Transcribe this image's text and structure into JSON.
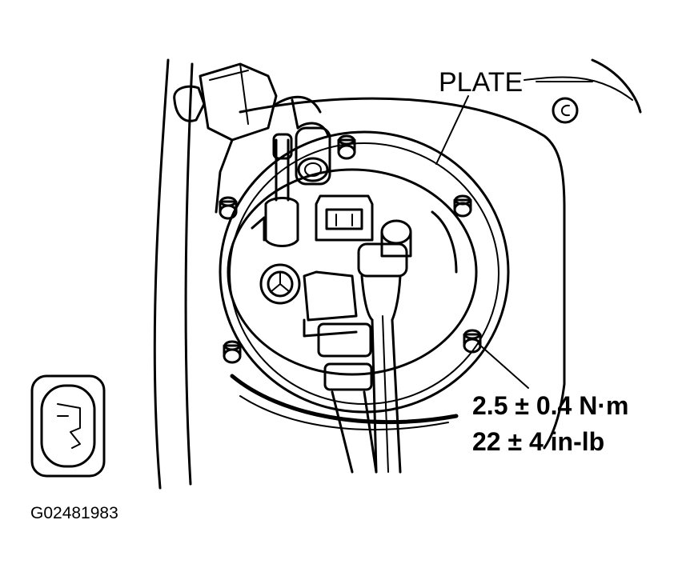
{
  "diagram": {
    "plate_label": "PLATE",
    "torque_nm": "2.5 ± 0.4 N·m",
    "torque_inlb": "22 ± 4 in-lb",
    "figure_id": "G02481983"
  },
  "colors": {
    "ink": "#000000",
    "paper": "#ffffff"
  }
}
